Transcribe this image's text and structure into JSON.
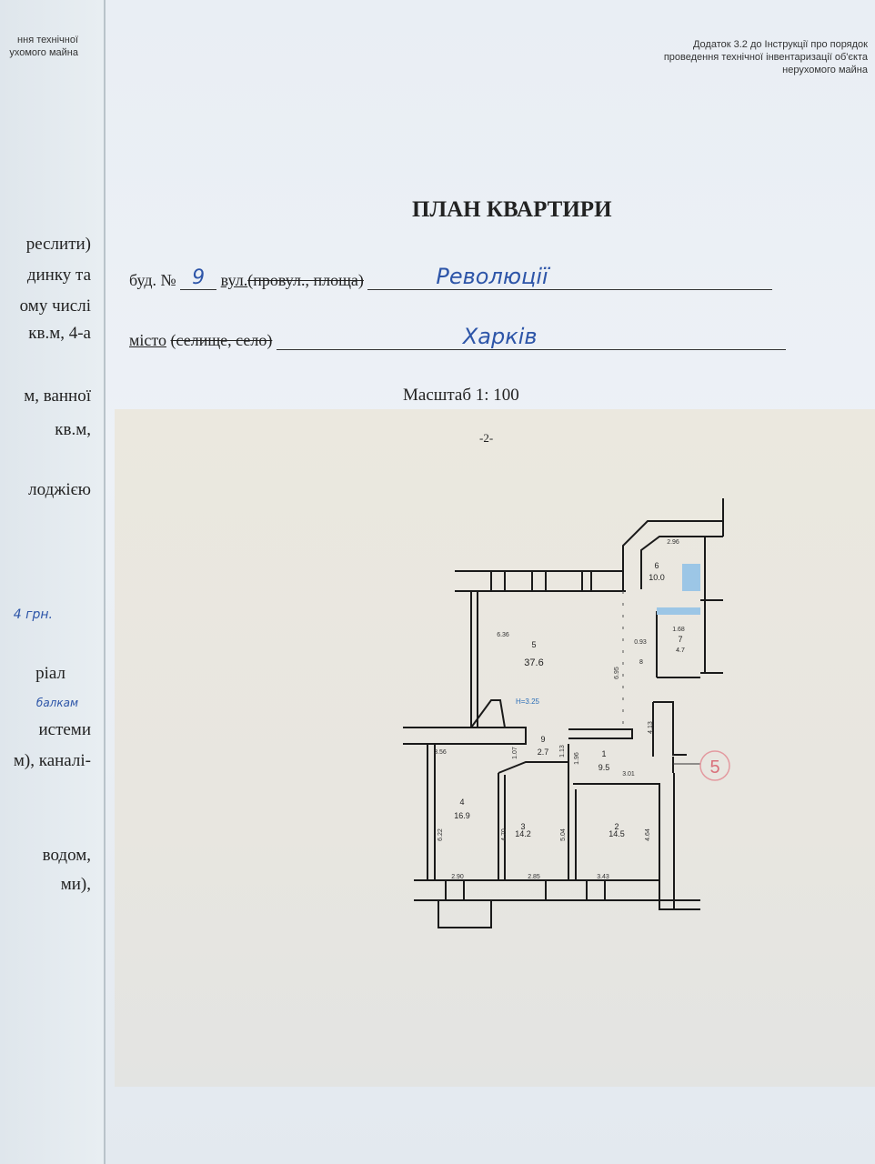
{
  "left_sheet": {
    "header": [
      "ння технічної",
      "ухомого майна"
    ],
    "lines": [
      "реслити)",
      "динку та",
      "ому числі",
      "кв.м, 4-а",
      "м, ванної",
      "кв.м,",
      "лоджією",
      "4 грн.",
      "ріал",
      "балкам",
      "истеми",
      "м), каналі-",
      "водом,",
      "ми),"
    ]
  },
  "header": {
    "appendix": [
      "Додаток 3.2 до Інструкції про порядок",
      "проведення технічної інвентаризації об'єкта",
      "нерухомого майна"
    ]
  },
  "title": "ПЛАН КВАРТИРИ",
  "address": {
    "building_label": "буд. №",
    "building_no": "9",
    "street_label": "вул.",
    "street_struck": "(провул., площа)",
    "street": "Революції",
    "city_label": "місто",
    "city_struck": "(селище, село)",
    "city": "Харків"
  },
  "scale": "Масштаб 1: 100",
  "page_no": "-2-",
  "plan": {
    "rooms": [
      {
        "no": "5",
        "area": "37.6"
      },
      {
        "no": "6",
        "area": "10.0"
      },
      {
        "no": "7",
        "area": "4.7"
      },
      {
        "no": "8",
        "area": ""
      },
      {
        "no": "9",
        "area": "2.7"
      },
      {
        "no": "1",
        "area": "9.5"
      },
      {
        "no": "4",
        "area": "16.9"
      },
      {
        "no": "3",
        "area": "14.2"
      },
      {
        "no": "2",
        "area": "14.5"
      }
    ],
    "dims": [
      "6.36",
      "6.95",
      "3.56",
      "6.22",
      "2.90",
      "2.85",
      "3.43",
      "4.70",
      "5.04",
      "4.64",
      "2.96",
      "4.13",
      "1.68",
      "0.93",
      "3.01",
      "1.96",
      "1.07",
      "1.13"
    ],
    "height": "H=3.25",
    "stamp": "5"
  }
}
